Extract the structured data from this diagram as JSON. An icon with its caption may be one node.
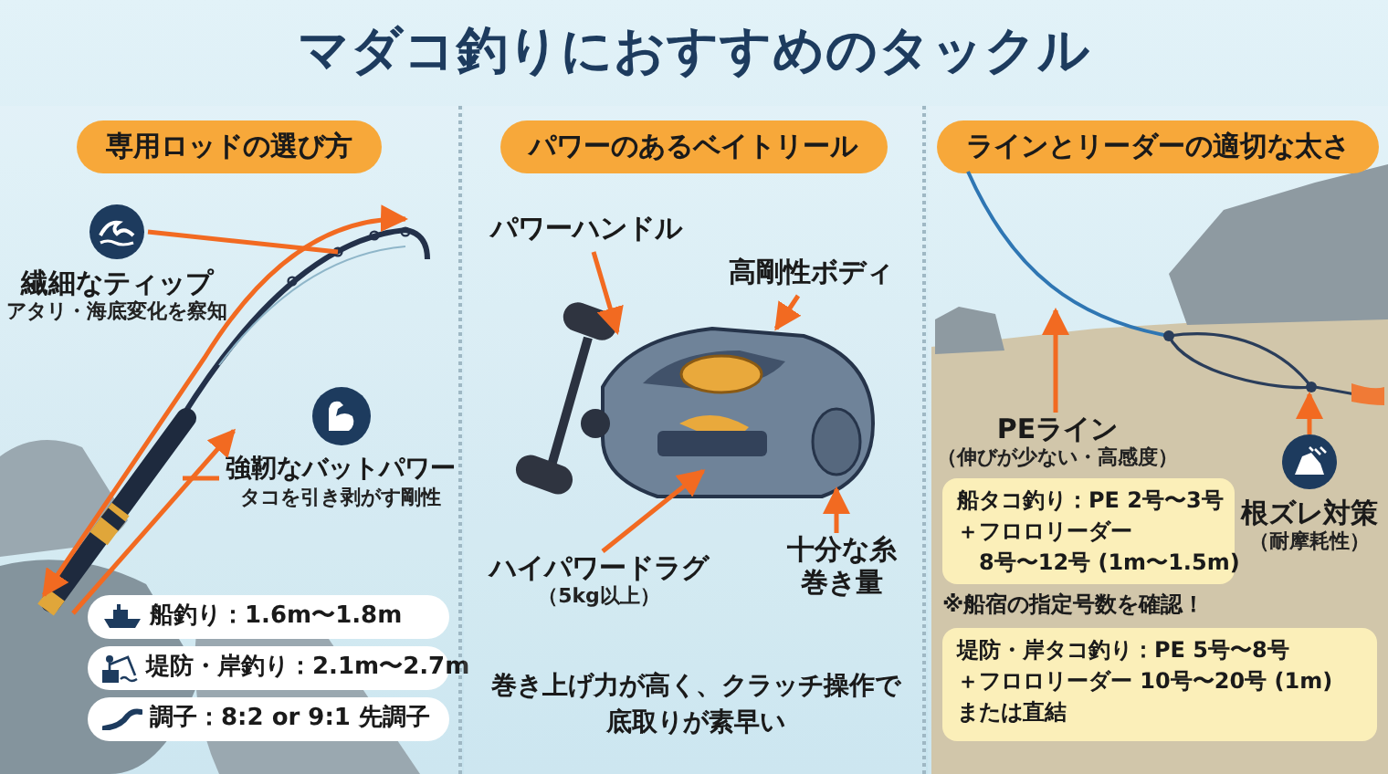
{
  "diagram": {
    "title": "マダコ釣りにおすすめのタックル",
    "nodes": [
      {
        "text": [
          "専用ロッドの選び方"
        ]
      },
      {
        "text": [],
        "shape": "picture",
        "in": 0
      },
      {
        "text": [
          "繊細なティップ",
          "アタリ・海底変化を察知"
        ],
        "in": 0
      },
      {
        "text": [
          "強靭なバットパワー",
          "タコを引き剥がす剛性"
        ],
        "in": 0
      },
      {
        "text": [
          "船釣り：1.6m〜1.8m"
        ],
        "in": 0
      },
      {
        "text": [
          "堤防・岸釣り：2.1m〜2.7m"
        ],
        "in": 0
      },
      {
        "text": [
          "調子：8:2 or 9:1 先調子"
        ],
        "in": 0
      },
      {
        "text": [
          "パワーのあるベイトリール"
        ]
      },
      {
        "text": [],
        "shape": "picture",
        "in": 7
      },
      {
        "text": [
          "パワーハンドル"
        ],
        "in": 7
      },
      {
        "text": [
          "高剛性ボディ"
        ],
        "in": 7
      },
      {
        "text": [
          "ハイパワードラグ",
          "（5kg以上）"
        ],
        "in": 7
      },
      {
        "text": [
          "十分な糸巻き量"
        ],
        "in": 7
      },
      {
        "text": [
          "ラインとリーダーの適切な太さ"
        ]
      },
      {
        "text": [],
        "shape": "picture",
        "in": 13
      },
      {
        "text": [
          "PEライン",
          "（伸びが少ない・高感度）"
        ],
        "in": 13
      },
      {
        "text": [
          "根ズレ対策",
          "（耐摩耗性）"
        ],
        "in": 13
      },
      {
        "text": [
          "船タコ釣り：PE 2号〜3号",
          "＋フロロリーダー",
          "8号〜12号 (1m〜1.5m)"
        ],
        "in": 13,
        "beside": [
          "※船宿の指定号数を確認！"
        ]
      },
      {
        "text": [
          "堤防・岸タコ釣り：PE 5号〜8号",
          "＋フロロリーダー 10号〜20号 (1m)",
          "または直結"
        ],
        "in": 13
      },
      {
        "text": [],
        "shape": "picture",
        "in": 0
      }
    ],
    "edges": [
      {
        "from": 2,
        "to": 1,
        "arrow": "none"
      },
      {
        "from": 3,
        "to": 19,
        "arrow": "none"
      },
      {
        "from": 9,
        "to": 8,
        "arrow": "to"
      },
      {
        "from": 10,
        "to": 8,
        "arrow": "to"
      },
      {
        "from": 11,
        "to": 8,
        "arrow": "to"
      },
      {
        "from": 12,
        "to": 8,
        "arrow": "to"
      },
      {
        "from": 15,
        "to": 14,
        "arrow": "to"
      },
      {
        "from": 16,
        "to": 14,
        "arrow": "to"
      },
      {
        "from": 1,
        "to": 19,
        "arrow": "both"
      },
      {
        "from": 19,
        "to": 3,
        "arrow": "to"
      }
    ],
    "labels": [
      "巻き上げ力が高く、クラッチ操作で底取りが素早い"
    ]
  }
}
